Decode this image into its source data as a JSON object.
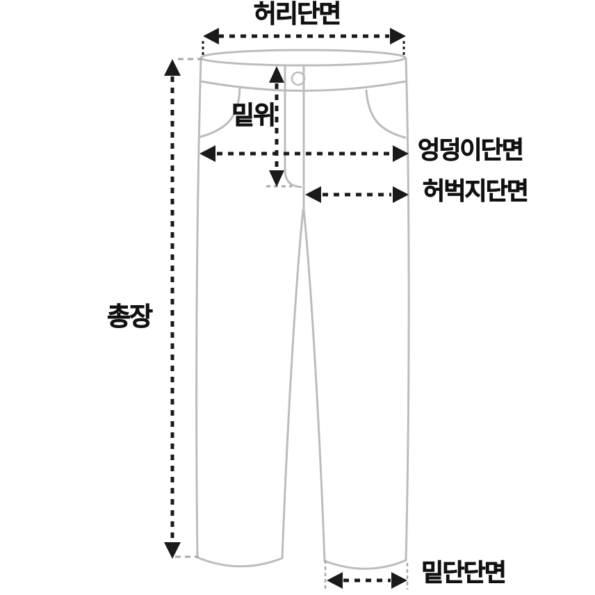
{
  "diagram": {
    "type": "pants-size-measurement-guide",
    "background_color": "#ffffff",
    "outline_color": "#bcbcbc",
    "arrow_color": "#1a1a1a",
    "guide_color": "#a8a8a8",
    "labels": {
      "waist": "허리단면",
      "rise": "밑위",
      "hip": "엉덩이단면",
      "thigh": "허벅지단면",
      "total_length": "총장",
      "hem": "밑단단면"
    }
  }
}
